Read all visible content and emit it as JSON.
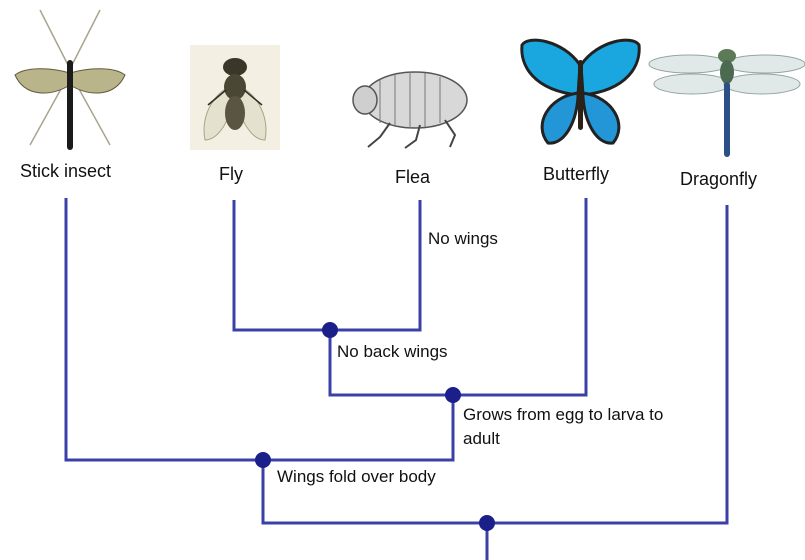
{
  "taxa": [
    {
      "name": "Stick insect",
      "icon": "stick-insect-icon"
    },
    {
      "name": "Fly",
      "icon": "fly-icon"
    },
    {
      "name": "Flea",
      "icon": "flea-icon"
    },
    {
      "name": "Butterfly",
      "icon": "butterfly-icon"
    },
    {
      "name": "Dragonfly",
      "icon": "dragonfly-icon"
    }
  ],
  "traits": {
    "no_wings": "No wings",
    "no_back_wings": "No back wings",
    "egg_larva_adult_line1": "Grows from egg to larva to",
    "egg_larva_adult_line2": "adult",
    "wings_fold": "Wings fold over body"
  },
  "colors": {
    "branch": "#3b40a8",
    "node": "#1a1f8a"
  }
}
